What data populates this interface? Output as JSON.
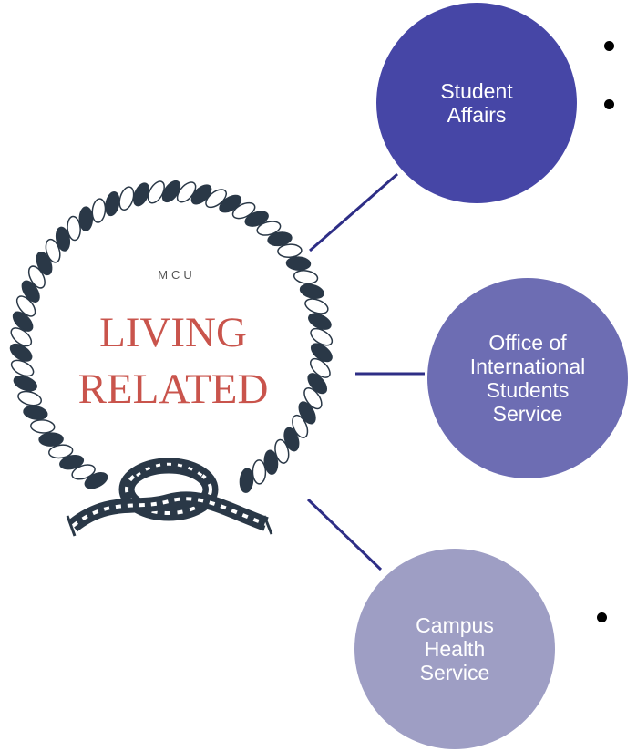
{
  "diagram": {
    "logo": {
      "kicker": "MCU",
      "line1": "LIVING",
      "line2": "RELATED"
    },
    "nodes": [
      {
        "label": "Student\nAffairs",
        "color": "#4646a6"
      },
      {
        "label": "Office of\nInternational\nStudents\nService",
        "color": "#6d6db3"
      },
      {
        "label": "Campus\nHealth\nService",
        "color": "#9e9ec4"
      }
    ],
    "colors": {
      "connector": "#2e2e86",
      "rope_dark": "#2a3847",
      "rope_light": "#ffffff",
      "logo_text": "#c9544c",
      "bullet": "#000000"
    }
  }
}
